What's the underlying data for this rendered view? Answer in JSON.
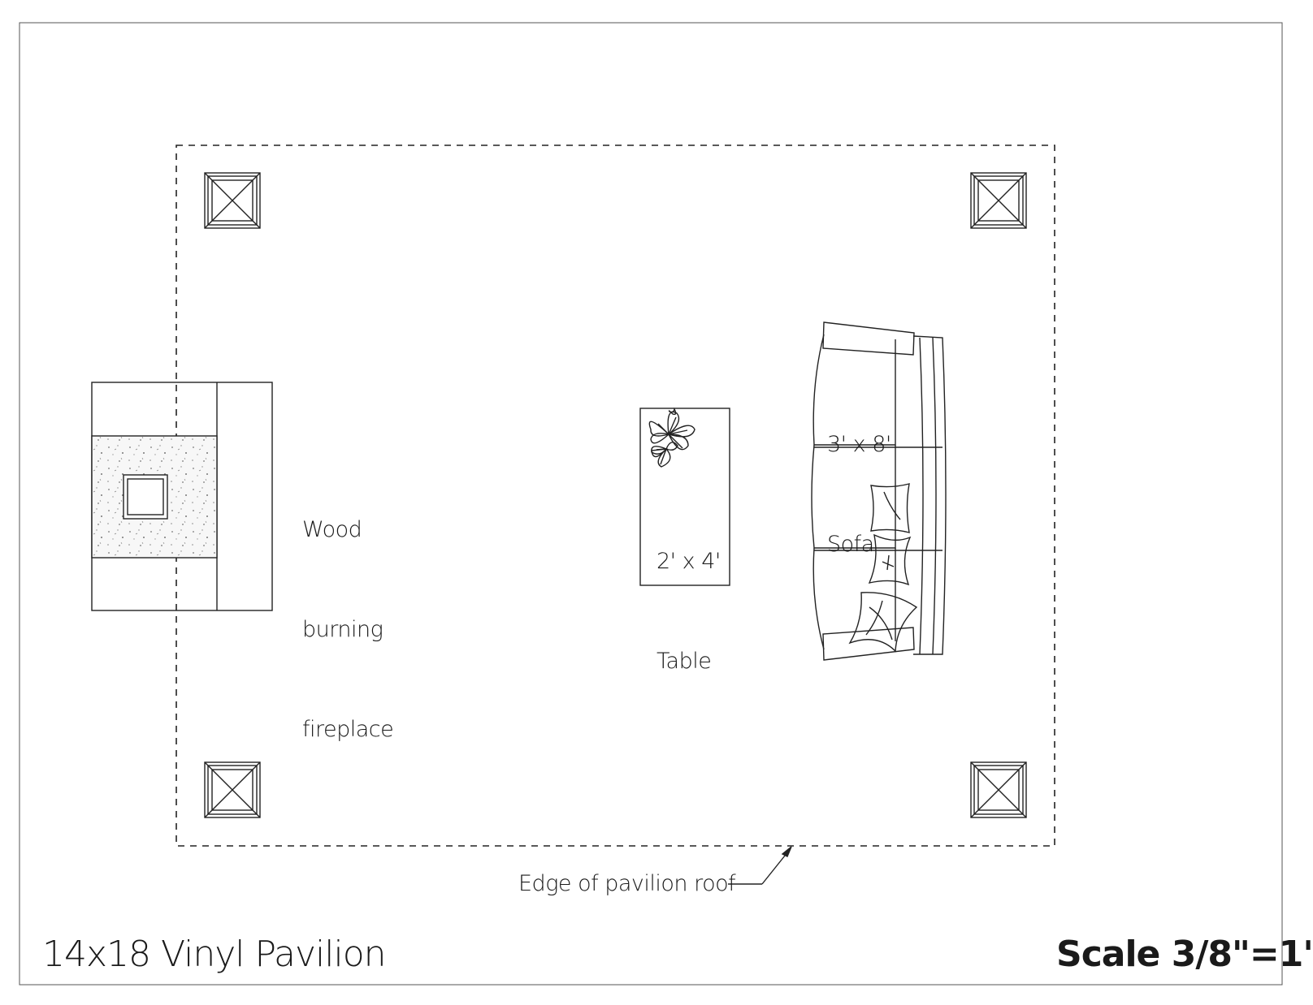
{
  "title": "14x18 Vinyl Pavilion",
  "scale": "Scale 3/8\"=1'",
  "labels": {
    "fireplace_line1": "Wood",
    "fireplace_line2": "burning",
    "fireplace_line3": "fireplace",
    "table_line1": "2' x 4'",
    "table_line2": "Table",
    "sofa_line1": "3' x 8'",
    "sofa_line2": "Sofa",
    "roof_edge": "Edge of pavilion roof"
  }
}
